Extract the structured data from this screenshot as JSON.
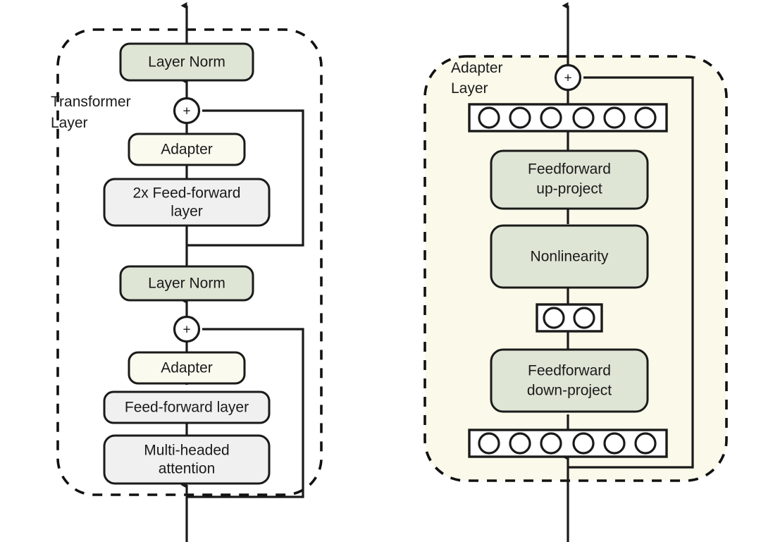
{
  "figure": {
    "title": "Adapter architecture in a Transformer layer",
    "background": "#ffffff"
  },
  "colors": {
    "green_fill": "#dfe5d5",
    "cream_fill": "#fbfaef",
    "gray_fill": "#f0f0f0",
    "panel_fill": "#fbfaea",
    "stroke": "#1a1a1a",
    "white": "#ffffff"
  },
  "left_panel": {
    "name": "transformer-layer-panel",
    "label_line1": "Transformer",
    "label_line2": "Layer",
    "blocks": [
      {
        "id": "layer-norm-top",
        "label": "Layer Norm",
        "label2": "",
        "fill": "#dfe5d5"
      },
      {
        "id": "adapter-top",
        "label": "Adapter",
        "label2": "",
        "fill": "#fbfaef"
      },
      {
        "id": "feed-forward-2x",
        "label": "2x Feed-forward",
        "label2": "layer",
        "fill": "#f0f0f0"
      },
      {
        "id": "layer-norm-bottom",
        "label": "Layer Norm",
        "label2": "",
        "fill": "#dfe5d5"
      },
      {
        "id": "adapter-bottom",
        "label": "Adapter",
        "label2": "",
        "fill": "#fbfaef"
      },
      {
        "id": "feed-forward-layer",
        "label": "Feed-forward layer",
        "label2": "",
        "fill": "#f0f0f0"
      },
      {
        "id": "multi-headed-attention",
        "label": "Multi-headed",
        "label2": "attention",
        "fill": "#f0f0f0"
      }
    ],
    "adders": [
      {
        "id": "add-top",
        "symbol": "+"
      },
      {
        "id": "add-bottom",
        "symbol": "+"
      }
    ]
  },
  "right_panel": {
    "name": "adapter-layer-panel",
    "label_line1": "Adapter",
    "label_line2": "Layer",
    "blocks": [
      {
        "id": "feedforward-up-project",
        "label": "Feedforward",
        "label2": "up-project",
        "fill": "#dfe5d5"
      },
      {
        "id": "nonlinearity",
        "label": "Nonlinearity",
        "label2": "",
        "fill": "#dfe5d5"
      },
      {
        "id": "feedforward-down-project",
        "label": "Feedforward",
        "label2": "down-project",
        "fill": "#dfe5d5"
      }
    ],
    "vectors": [
      {
        "id": "output-vector",
        "units": 6
      },
      {
        "id": "bottleneck-vector",
        "units": 2
      },
      {
        "id": "input-vector",
        "units": 6
      }
    ],
    "adders": [
      {
        "id": "add-adapter",
        "symbol": "+"
      }
    ]
  }
}
